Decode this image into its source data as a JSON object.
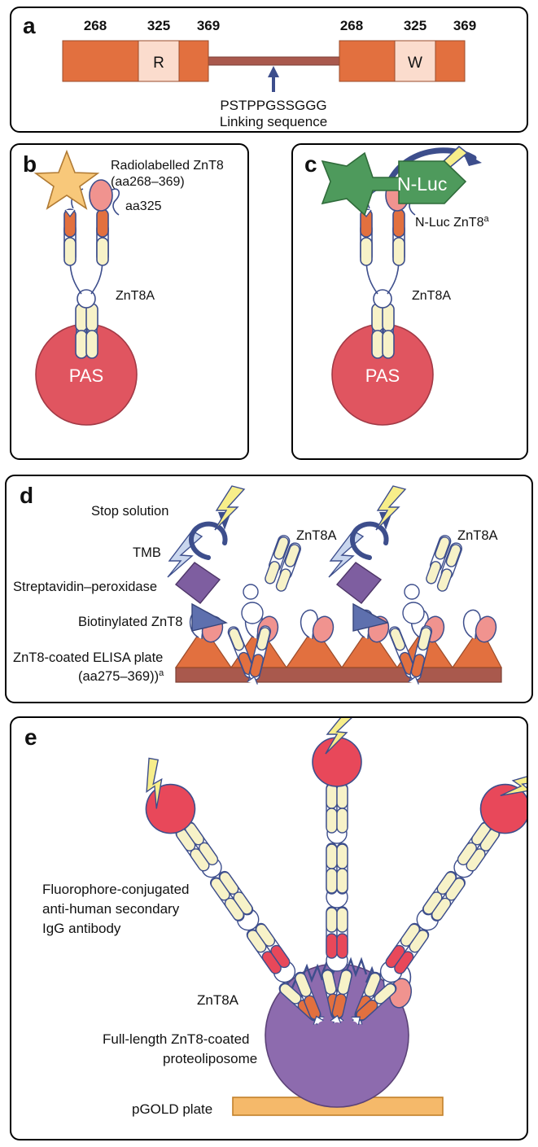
{
  "figure": {
    "type": "scientific-schematic",
    "description": "Five-panel schematic of ZnT8 autoantibody assay formats"
  },
  "panels": {
    "a": {
      "letter": "a",
      "construct": {
        "left_domain": {
          "start": "268",
          "variant_position": "325",
          "end": "369",
          "variant_letter": "R"
        },
        "right_domain": {
          "start": "268",
          "variant_position": "325",
          "end": "369",
          "variant_letter": "W"
        },
        "linker_sequence": "PSTPPGSSGGG",
        "linker_caption": "Linking sequence"
      }
    },
    "b": {
      "letter": "b",
      "labels": {
        "antigen_line1": "Radiolabelled ZnT8",
        "antigen_line2": "(aa268–369)",
        "epitope": "aa325",
        "antibody": "ZnT8A",
        "bead": "PAS"
      }
    },
    "c": {
      "letter": "c",
      "labels": {
        "star": "N-Luc",
        "antigen": "N-Luc ZnT8",
        "antigen_superscript": "a",
        "antibody": "ZnT8A",
        "bead": "PAS"
      }
    },
    "d": {
      "letter": "d",
      "labels": {
        "stop_solution": "Stop solution",
        "tmb": "TMB",
        "streptavidin": "Streptavidin–peroxidase",
        "biotin": "Biotinylated ZnT8",
        "plate_line1": "ZnT8-coated ELISA plate",
        "plate_line2": "(aa275–369)",
        "plate_superscript": "a",
        "antibody_left": "ZnT8A",
        "antibody_right": "ZnT8A"
      }
    },
    "e": {
      "letter": "e",
      "labels": {
        "secondary_line1": "Fluorophore-conjugated",
        "secondary_line2": "anti-human secondary",
        "secondary_line3": "IgG antibody",
        "antibody": "ZnT8A",
        "liposome_line1": "Full-length ZnT8-coated",
        "liposome_line2": "proteoliposome",
        "plate": "pGOLD plate"
      }
    }
  },
  "colors": {
    "orange": "#E2703F",
    "orange_light": "#FBDCCD",
    "linker_bar": "#A9594D",
    "navy": "#3D4E8C",
    "star_yellow": "#F8C87A",
    "star_green": "#4E9A5C",
    "bead_red": "#E05560",
    "capsule_cream": "#F7F2C8",
    "capsule_orange": "#E2703F",
    "epitope_pink": "#F0938F",
    "lightning_yellow": "#F7EE8A",
    "purple_diamond": "#7E5EA0",
    "blue_triangle": "#5E70AE",
    "liposome_purple": "#8D6BAE",
    "pgold_orange": "#F5B96A",
    "fluorophore_red": "#E8485A",
    "outline_navy": "#3D4E8C",
    "border_black": "#000000"
  }
}
